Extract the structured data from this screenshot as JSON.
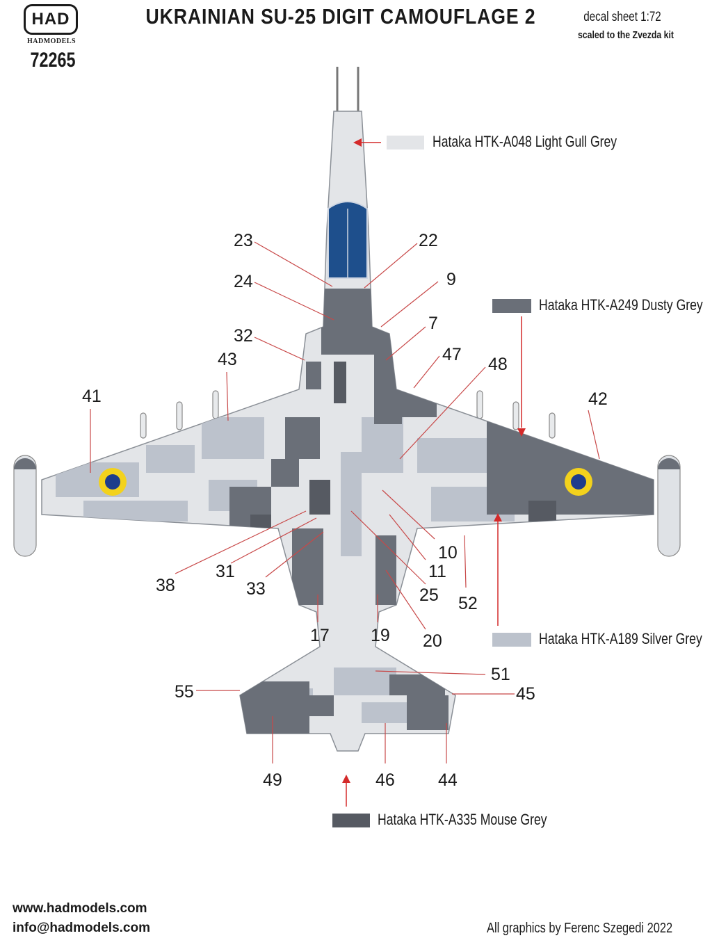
{
  "header": {
    "logo": "HAD",
    "logo_sub": "HADMODELS",
    "catalog_number": "72265",
    "title": "UKRAINIAN SU-25 DIGIT CAMOUFLAGE 2",
    "scale_line1": "decal sheet 1:72",
    "scale_line2": "scaled  to the Zvezda kit"
  },
  "legend": [
    {
      "label": "Hataka HTK-A048 Light Gull Grey",
      "color": "#e3e5e8"
    },
    {
      "label": "Hataka HTK-A249 Dusty Grey",
      "color": "#6a6f78"
    },
    {
      "label": "Hataka HTK-A189 Silver Grey",
      "color": "#bcc2cc"
    },
    {
      "label": "Hataka HTK-A335 Mouse Grey",
      "color": "#565a62"
    }
  ],
  "callouts": [
    "23",
    "22",
    "24",
    "9",
    "7",
    "32",
    "47",
    "43",
    "48",
    "41",
    "42",
    "10",
    "11",
    "38",
    "31",
    "33",
    "25",
    "52",
    "17",
    "19",
    "20",
    "51",
    "55",
    "45",
    "49",
    "46",
    "44"
  ],
  "footer": {
    "website": "www.hadmodels.com",
    "email": "info@hadmodels.com",
    "credit": "All graphics by Ferenc Szegedi 2022"
  },
  "colors": {
    "arrow": "#d42a2a",
    "canopy": "#1e4f8c",
    "roundel_yellow": "#f3d21c",
    "roundel_blue": "#1e3d8c"
  }
}
